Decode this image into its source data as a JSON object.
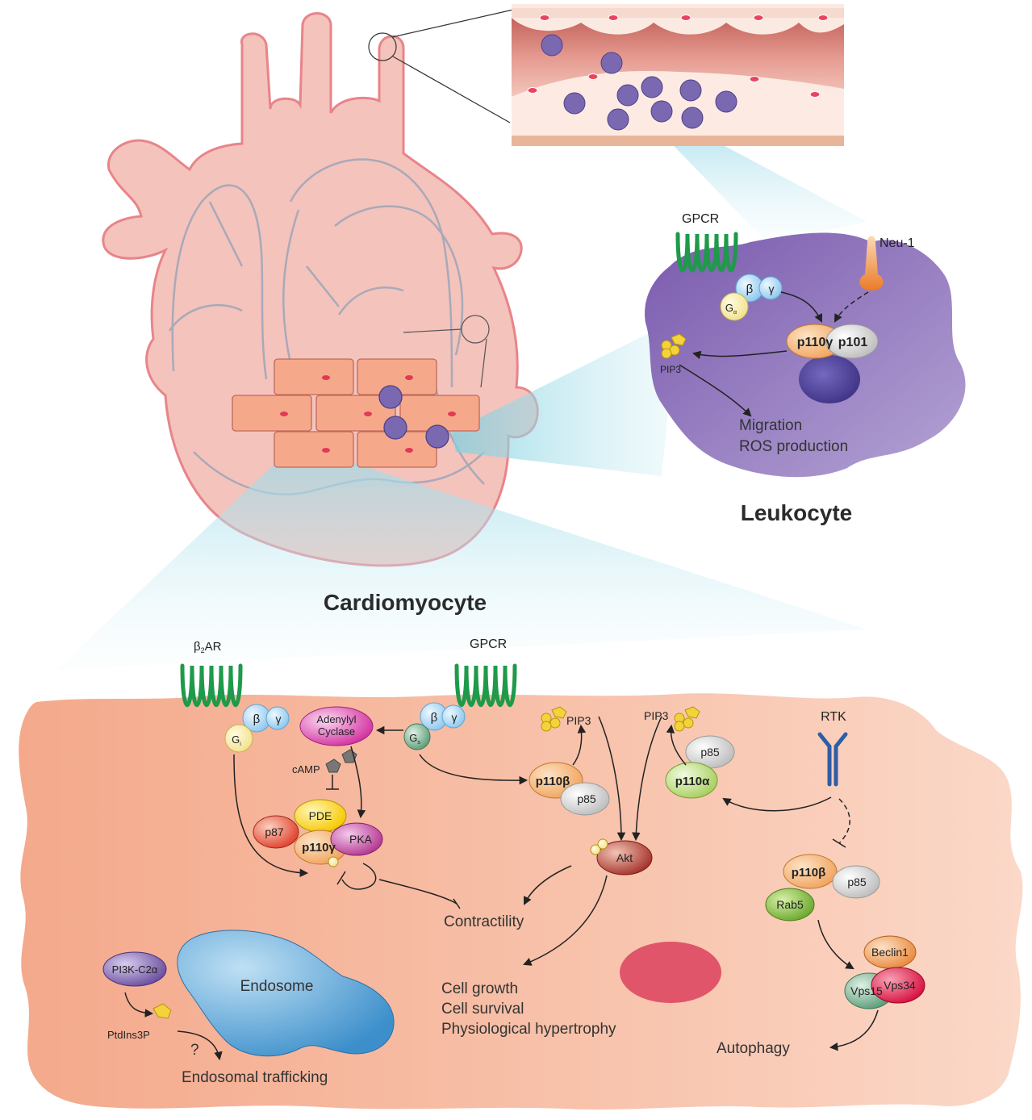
{
  "colors": {
    "heart_fill": "#f2b9b0",
    "heart_stroke": "#e8848a",
    "vessel_line": "#a9a9b8",
    "cardiomyocyte_fill": "#f6b59c",
    "leukocyte_fill": "#8a6bb6",
    "leukocyte_cell": "#7a68b0",
    "endosome": "#4f9fd3",
    "nucleus_red": "#e05569",
    "nucleus_purple": "#4d4396",
    "gpcr_green": "#1e9a4a",
    "rtk_blue": "#2e5da8",
    "cyan_beam": "#8fd5e3"
  },
  "headings": {
    "cardiomyocyte": "Cardiomyocyte",
    "leukocyte": "Leukocyte"
  },
  "leukocyte": {
    "gpcr": "GPCR",
    "neu1": "Neu-1",
    "beta": "β",
    "gamma": "γ",
    "galpha_main": "G",
    "galpha_sub": "α",
    "p110g": "p110γ",
    "p101": "p101",
    "pip3": "PIP3",
    "outcome_1": "Migration",
    "outcome_2": "ROS production"
  },
  "cardio": {
    "b2ar_main": "β",
    "b2ar_sub": "2",
    "b2ar_suffix": "AR",
    "gpcr": "GPCR",
    "beta": "β",
    "gamma": "γ",
    "gi_main": "G",
    "gi_sub": "i",
    "gs_main": "G",
    "gs_sub": "s",
    "adenylyl_1": "Adenylyl",
    "adenylyl_2": "Cyclase",
    "camp": "cAMP",
    "pde": "PDE",
    "p87": "p87",
    "p110g": "p110γ",
    "pka": "PKA",
    "pip3_a": "PIP3",
    "pip3_b": "PIP3",
    "p110b_top": "p110β",
    "p85_a": "p85",
    "p85_b": "p85",
    "p110a": "p110α",
    "rtk": "RTK",
    "akt": "Akt",
    "contractility": "Contractility",
    "growth_1": "Cell growth",
    "growth_2": "Cell survival",
    "growth_3": "Physiological hypertrophy",
    "p110b_bottom": "p110β",
    "p85_c": "p85",
    "rab5": "Rab5",
    "beclin1": "Beclin1",
    "vps15": "Vps15",
    "vps34": "Vps34",
    "autophagy": "Autophagy",
    "pi3k_c2a": "PI3K-C2α",
    "endosome": "Endosome",
    "ptdins3p": "PtdIns3P",
    "question": "?",
    "endosomal": "Endosomal trafficking"
  }
}
